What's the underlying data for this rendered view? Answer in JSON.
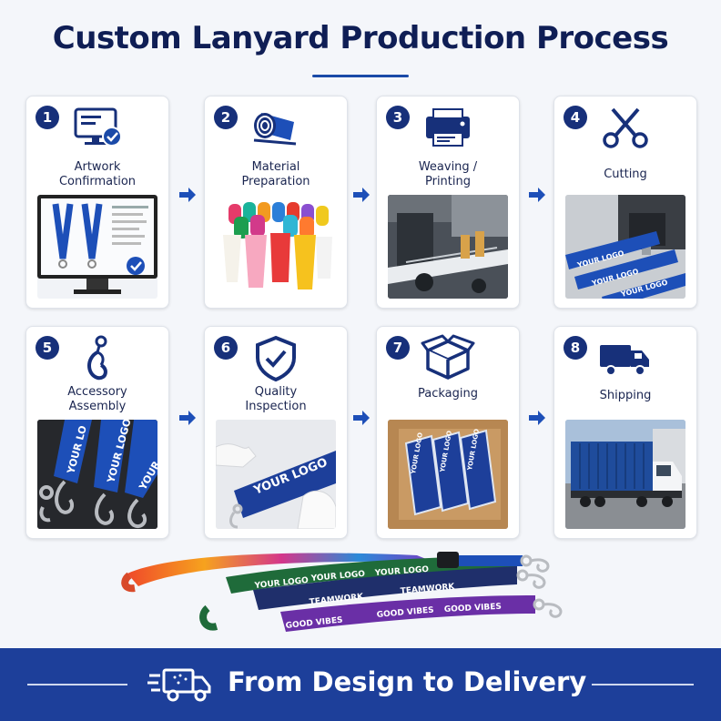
{
  "title": "Custom Lanyard Production Process",
  "steps": [
    {
      "num": "1",
      "label": "Artwork\nConfirmation"
    },
    {
      "num": "2",
      "label": "Material\nPreparation"
    },
    {
      "num": "3",
      "label": "Weaving /\nPrinting"
    },
    {
      "num": "4",
      "label": "Cutting"
    },
    {
      "num": "5",
      "label": "Accessory\nAssembly"
    },
    {
      "num": "6",
      "label": "Quality\nInspection"
    },
    {
      "num": "7",
      "label": "Packaging"
    },
    {
      "num": "8",
      "label": "Shipping"
    }
  ],
  "photo_texts": {
    "your_logo": "YOUR LOGO",
    "your_lo": "YOUR LO",
    "your": "YOUR",
    "pack_logo": "YOUR LOGO"
  },
  "lanyard_texts": {
    "your_logo": "YOUR LOGO",
    "teamwork": "TEAMWORK",
    "good_vibes": "GOOD VIBES"
  },
  "banner_text": "From Design to Delivery",
  "colors": {
    "navy": "#0f1e55",
    "accent_blue": "#1d3f9a",
    "number_badge": "#17307a"
  }
}
